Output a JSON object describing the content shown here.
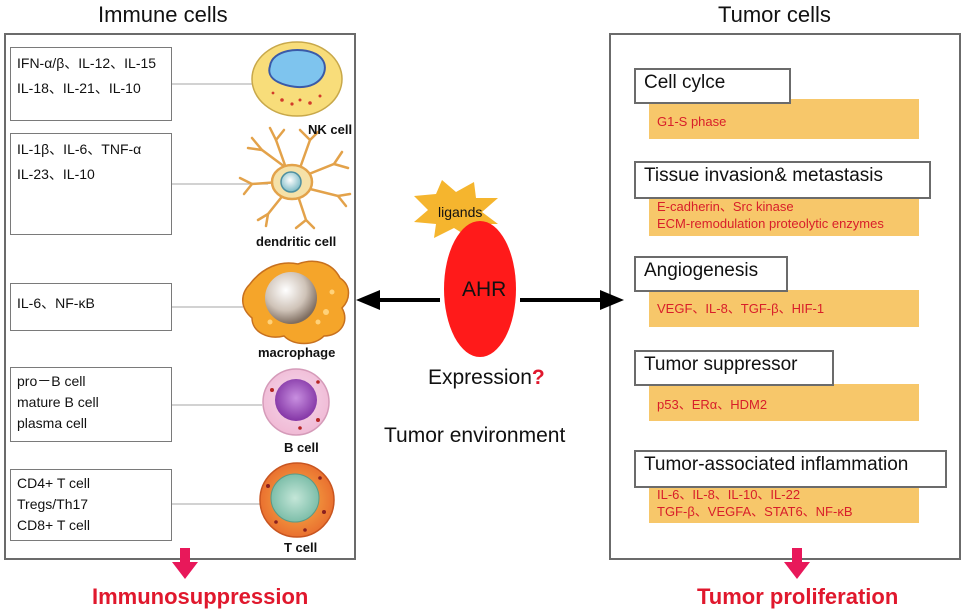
{
  "immune": {
    "title": "Immune cells",
    "cells": [
      {
        "lines": [
          "IFN-α/β、IL-12、IL-15",
          "IL-18、IL-21、IL-10"
        ],
        "label": "NK cell"
      },
      {
        "lines": [
          "IL-1β、IL-6、TNF-α",
          "IL-23、IL-10"
        ],
        "label": "dendritic cell"
      },
      {
        "lines": [
          "IL-6、NF-κB"
        ],
        "label": "macrophage"
      },
      {
        "lines": [
          "pro－B cell",
          "mature B cell",
          "plasma cell"
        ],
        "label": "B cell"
      },
      {
        "lines": [
          "CD4+ T cell",
          "Tregs/Th17",
          "CD8+ T cell"
        ],
        "label": "T cell"
      }
    ],
    "outcome": "Immunosuppression"
  },
  "center": {
    "ligands": "ligands",
    "ahr": "AHR",
    "expression": "Expression",
    "question": "?",
    "environment": "Tumor environment"
  },
  "tumor": {
    "title": "Tumor cells",
    "sections": [
      {
        "heading": "Cell cylce",
        "lines": [
          "G1-S phase"
        ]
      },
      {
        "heading": "Tissue invasion& metastasis",
        "lines": [
          "E-cadherin、Src kinase",
          "ECM-remodulation  proteolytic enzymes"
        ]
      },
      {
        "heading": "Angiogenesis",
        "lines": [
          "VEGF、IL-8、TGF-β、HIF-1"
        ]
      },
      {
        "heading": "Tumor suppressor",
        "lines": [
          "p53、ERα、HDM2"
        ]
      },
      {
        "heading": "Tumor-associated inflammation",
        "lines": [
          "IL-6、IL-8、IL-10、IL-22",
          "TGF-β、VEGFA、STAT6、NF-κB"
        ]
      }
    ],
    "outcome": "Tumor proliferation"
  },
  "colors": {
    "band": "#f7c76a",
    "red_text": "#e0182d",
    "ahr": "#ff1a1a",
    "ligands": "#f5b52e",
    "arrow_down": "#e8185a"
  }
}
